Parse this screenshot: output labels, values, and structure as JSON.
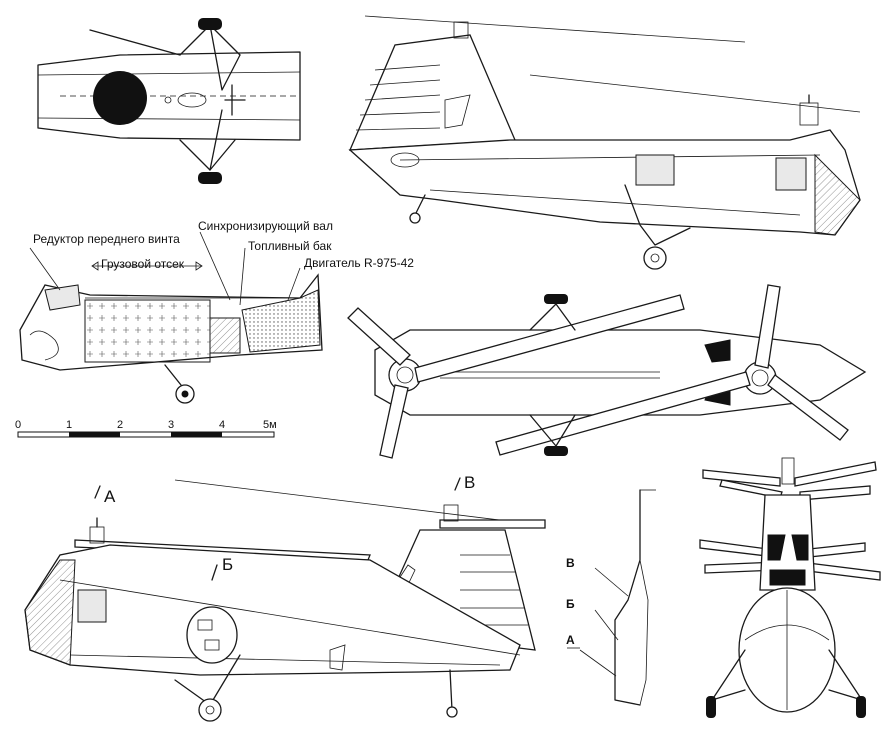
{
  "labels": {
    "front_rotor_gearbox": "Редуктор переднего винта",
    "sync_shaft": "Синхронизирующий вал",
    "cargo_bay": "Грузовой отсек",
    "fuel_tank": "Топливный бак",
    "engine": "Двигатель R-975-42"
  },
  "scale": {
    "ticks": [
      "0",
      "1",
      "2",
      "3",
      "4",
      "5м"
    ]
  },
  "section_marks": {
    "a": "А",
    "b": "Б",
    "v": "В"
  },
  "section_profile_labels": {
    "v": "В",
    "b": "Б",
    "a": "А"
  },
  "colors": {
    "ink": "#1a1a1a",
    "paper": "#ffffff",
    "roundel": "#111111"
  }
}
